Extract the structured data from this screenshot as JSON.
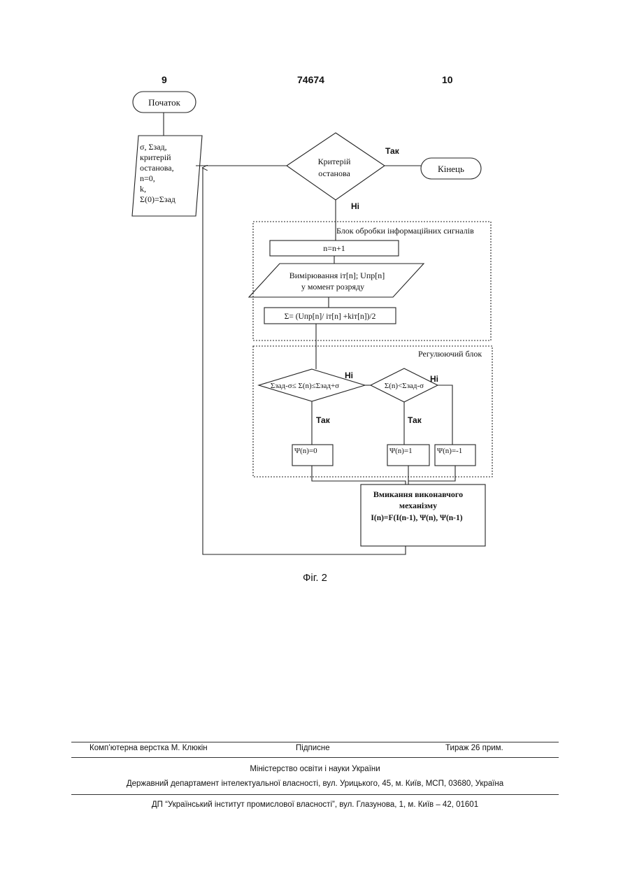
{
  "header": {
    "left_page": "9",
    "doc_number": "74674",
    "right_page": "10"
  },
  "flowchart": {
    "start": "Початок",
    "init": [
      "σ, Σзад,",
      "критерій",
      "останова,",
      "n=0,",
      "k,",
      "Σ(0)=Σзад"
    ],
    "criterion": [
      "Критерій",
      "останова"
    ],
    "yes_label_top": "Так",
    "end": "Кінець",
    "no_label_top": "Ні",
    "block1_title": "Блок обробки інформаційних сигналів",
    "step_increment": "n=n+1",
    "measure": [
      "Вимірювання iт[n]; Uпр[n]",
      "у момент розряду"
    ],
    "calc": "Σ= (Uпр[n]/ iт[n] +kiт[n])/2",
    "block2_title": "Регулюючий блок",
    "cond1": "Σзад-σ≤ Σ(n)≤Σзад+σ",
    "cond1_no": "Ні",
    "cond2": "Σ(n)<Σзад-σ",
    "cond2_no": "Ні",
    "cond1_yes": "Так",
    "cond2_yes": "Так",
    "psi0": "Ψ(n)=0",
    "psi1": "Ψ(n)=1",
    "psim1": "Ψ(n)=-1",
    "actuator": [
      "Вмикання виконавчого",
      "механізму",
      "I(n)=F(I(n-1), Ψ(n), Ψ(n-1)"
    ]
  },
  "figure_caption": "Фіг. 2",
  "footer": {
    "layout": "Комп’ютерна верстка М. Клюкін",
    "signed": "Підписне",
    "circulation": "Тираж 26 прим.",
    "ministry": "Міністерство освіти і науки України",
    "department": "Державний департамент інтелектуальної власності, вул. Урицького, 45, м. Київ, МСП, 03680, Україна",
    "institute": "ДП “Український інститут промислової власності”, вул. Глазунова, 1, м. Київ – 42, 01601"
  }
}
